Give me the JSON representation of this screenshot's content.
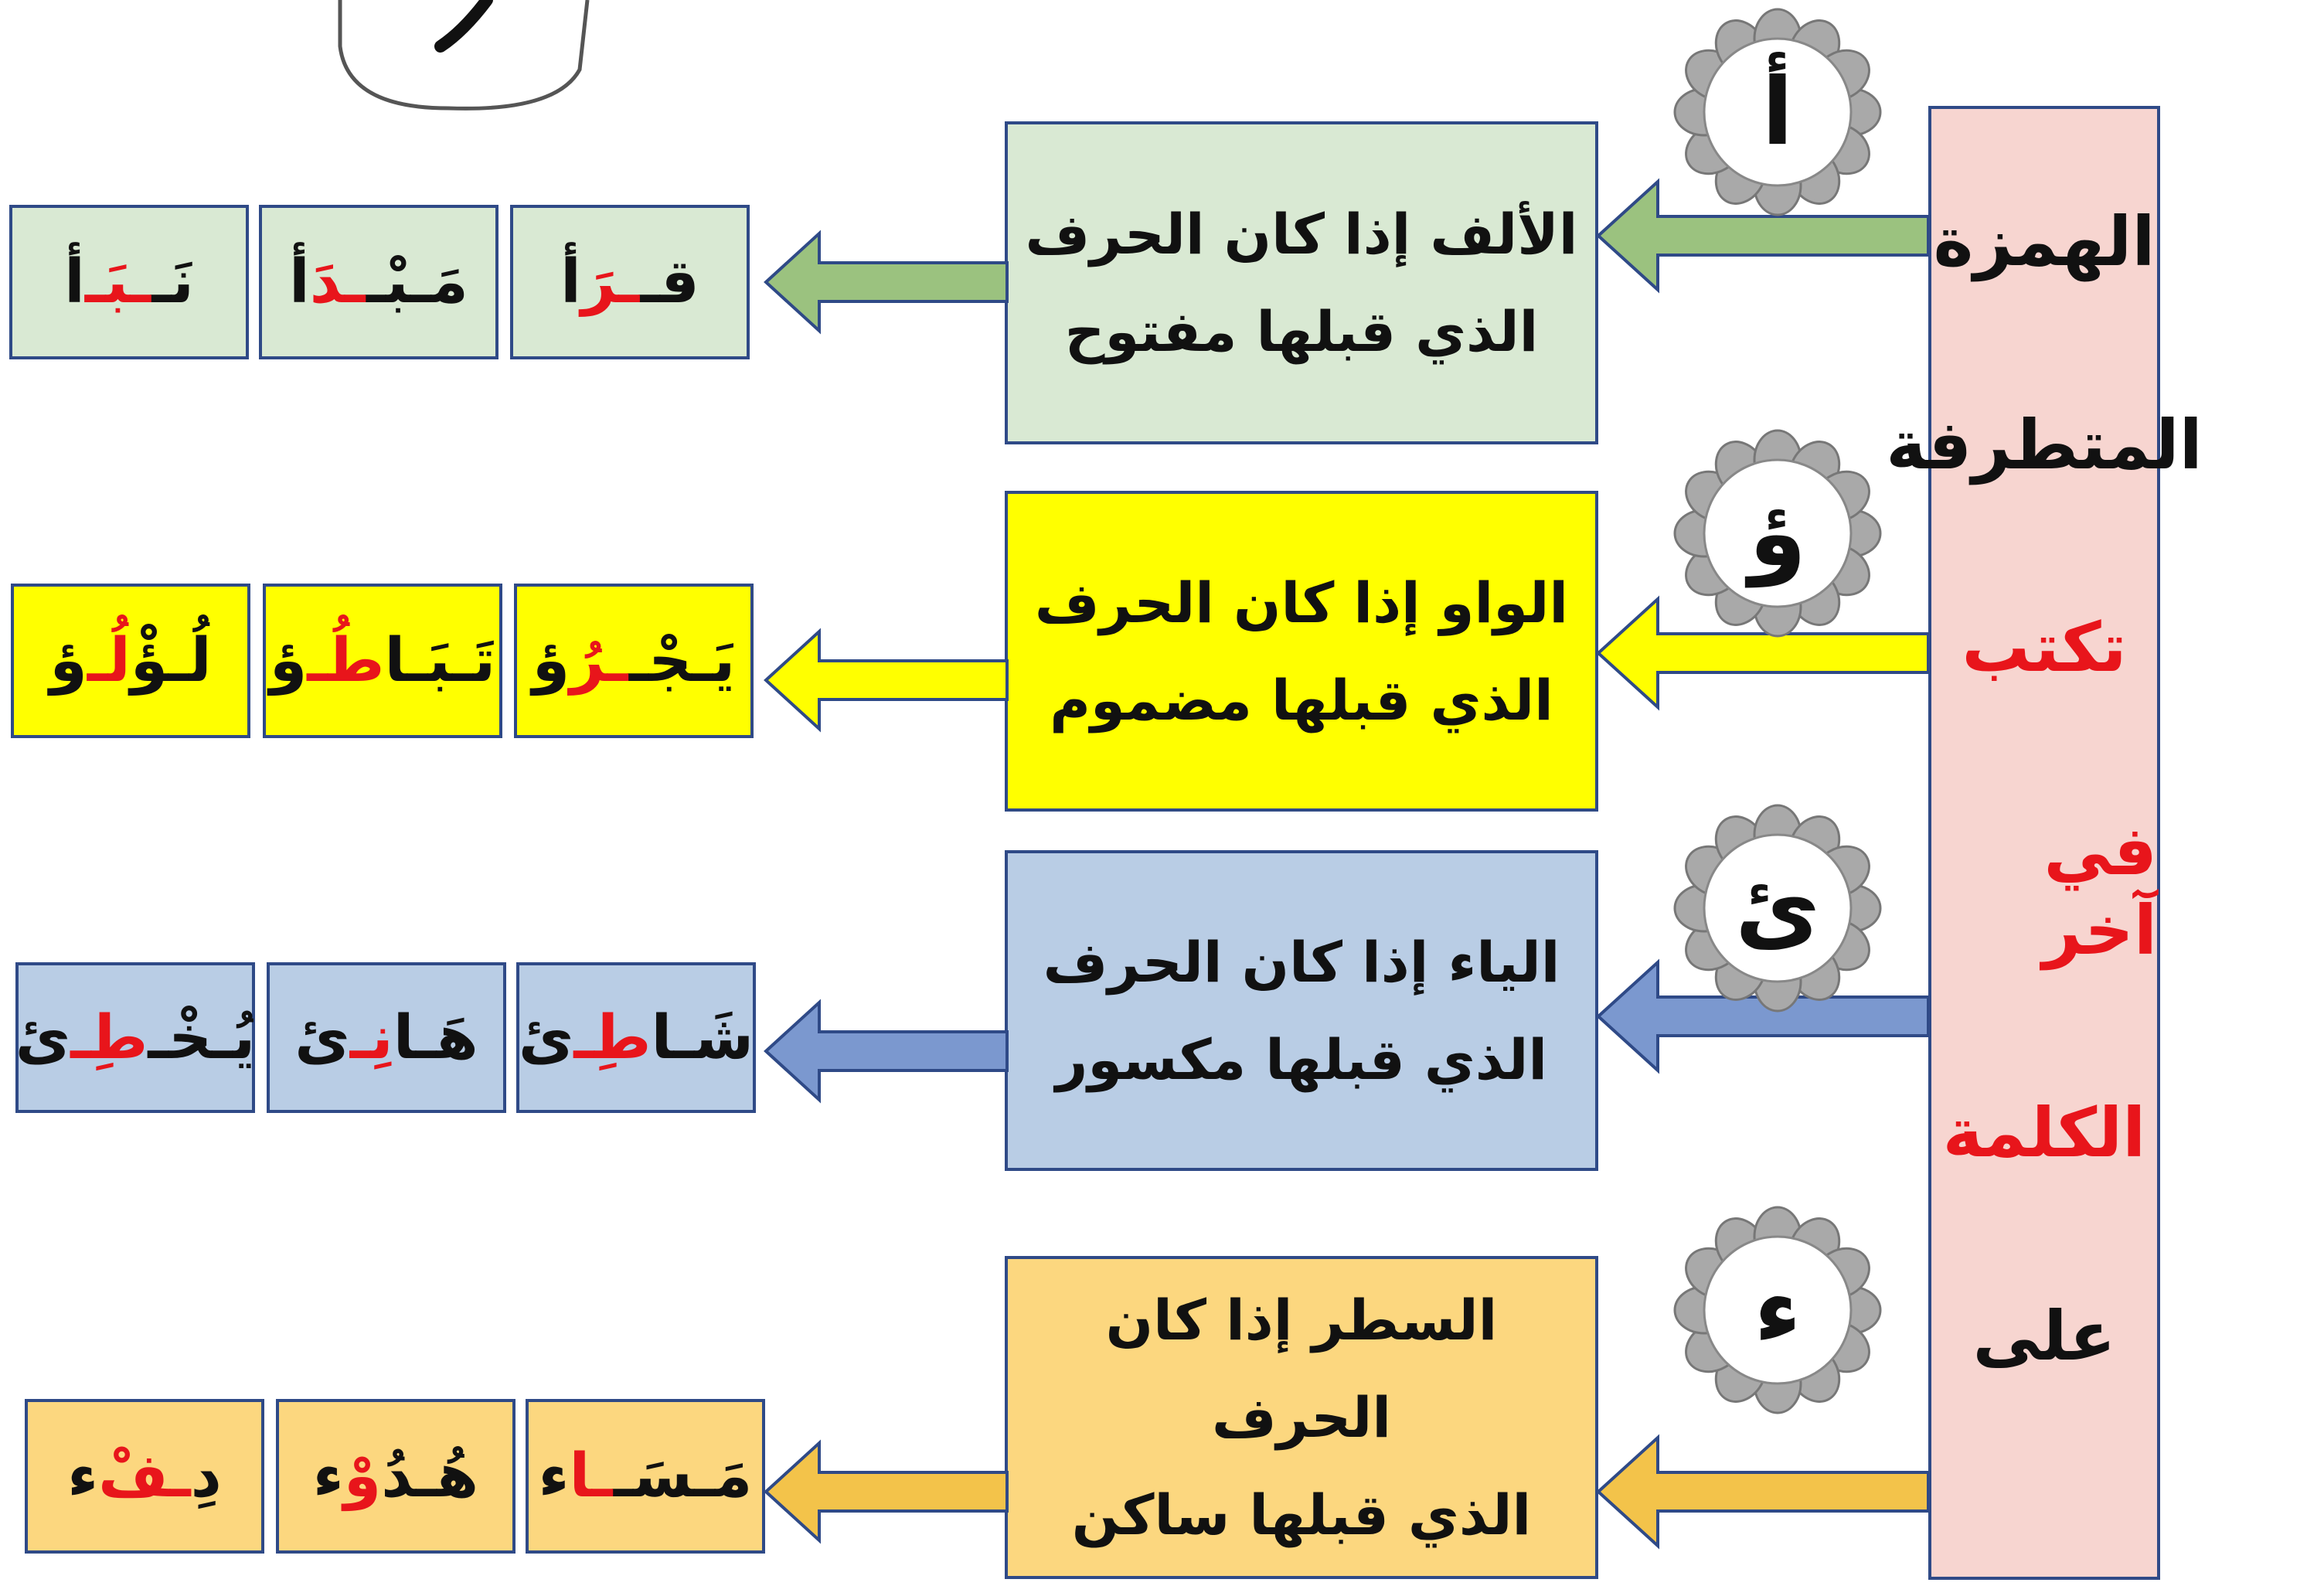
{
  "main": {
    "lines": [
      "الهمزة",
      "المتطرفة",
      "تكتب",
      "في آخر",
      "الكلمة",
      "على"
    ],
    "black_color": "#111111",
    "red_color": "#e8151b",
    "background": "#f7d5d0"
  },
  "rows": [
    {
      "letter": "أ",
      "rule_line1": "الألف إذا كان الحرف",
      "rule_line2": "الذي قبلها مفتوح",
      "color": "#d9e9d3",
      "arrow_color": "#9bc27f",
      "examples": [
        {
          "before": "قـ",
          "mid": "ـرَ",
          "after": "أ"
        },
        {
          "before": "مَـبْـ",
          "mid": "ـدَ",
          "after": "أ"
        },
        {
          "before": "نَـ",
          "mid": "ـبَـ",
          "after": "أ"
        }
      ]
    },
    {
      "letter": "ؤ",
      "rule_line1": "الواو إذا كان الحرف",
      "rule_line2": "الذي قبلها مضموم",
      "color": "#ffff00",
      "arrow_color": "#ffff00",
      "examples": [
        {
          "before": "يَـجْـ",
          "mid": "ـرُ",
          "after": "ؤ"
        },
        {
          "before": "تَـبَـا",
          "mid": "طُـ",
          "after": "ؤ"
        },
        {
          "before": "لُـؤْ",
          "mid": "لُـ",
          "after": "ؤ"
        }
      ]
    },
    {
      "letter": "ئ",
      "rule_line1": "الياء إذا كان الحرف",
      "rule_line2": "الذي قبلها مكسور",
      "color": "#b9cde5",
      "arrow_color": "#7b98cf",
      "examples": [
        {
          "before": "شَـا",
          "mid": "طِـ",
          "after": "ئ"
        },
        {
          "before": "هَـا",
          "mid": "نِـ",
          "after": "ئ"
        },
        {
          "before": "يُـخْـ",
          "mid": "طِـ",
          "after": "ئ"
        }
      ]
    },
    {
      "letter": "ء",
      "rule_line1": "السطر إذا كان الحرف",
      "rule_line2": "الذي قبلها ساكن",
      "color": "#fcd77f",
      "arrow_color": "#f3c34a",
      "examples": [
        {
          "before": "مَـسَـ",
          "mid": "ـا",
          "after": "ء"
        },
        {
          "before": "هُـدُ",
          "mid": "وْ",
          "after": "ء"
        },
        {
          "before": "دِ",
          "mid": "ـفْ",
          "after": "ء"
        }
      ]
    }
  ]
}
